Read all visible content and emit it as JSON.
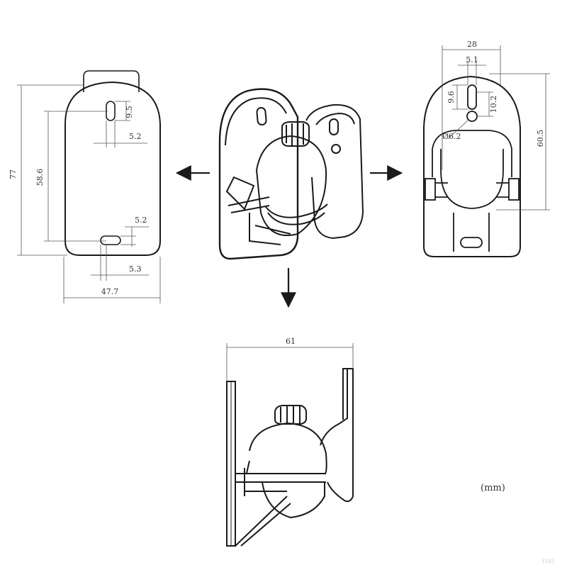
{
  "dimensions": {
    "front_height": "77",
    "front_inner_height": "58.6",
    "front_slot_top_height": "9.5",
    "front_slot_top_width": "5.2",
    "front_slot_bottom_height": "5.2",
    "front_slot_bottom_width": "5.3",
    "front_width": "47.7",
    "back_width": "28",
    "back_slot_width": "5.1",
    "back_slot_height": "9.6",
    "back_hole_offset": "10.2",
    "back_hole_diameter": "Ø6.2",
    "back_height": "60.5",
    "side_depth": "61"
  },
  "unit_label": "(mm)",
  "watermark": "1332",
  "colors": {
    "line": "#1a1a1a",
    "dim_line": "#555555",
    "background": "#ffffff"
  }
}
